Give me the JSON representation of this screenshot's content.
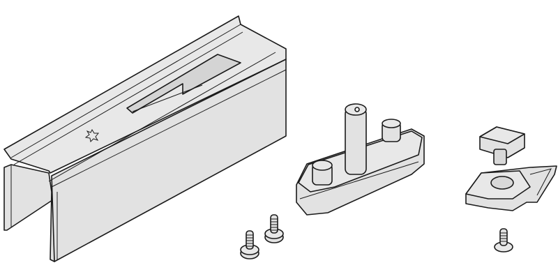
{
  "colors": {
    "line": "#1a1a1a",
    "fill": "#e2e2e2",
    "fill_dark": "#cfcfcf",
    "background": "#ffffff"
  },
  "parts": [
    "rail-profile",
    "screw",
    "screw",
    "roller-carriage",
    "clip-cap",
    "end-stop-bracket",
    "screw"
  ]
}
